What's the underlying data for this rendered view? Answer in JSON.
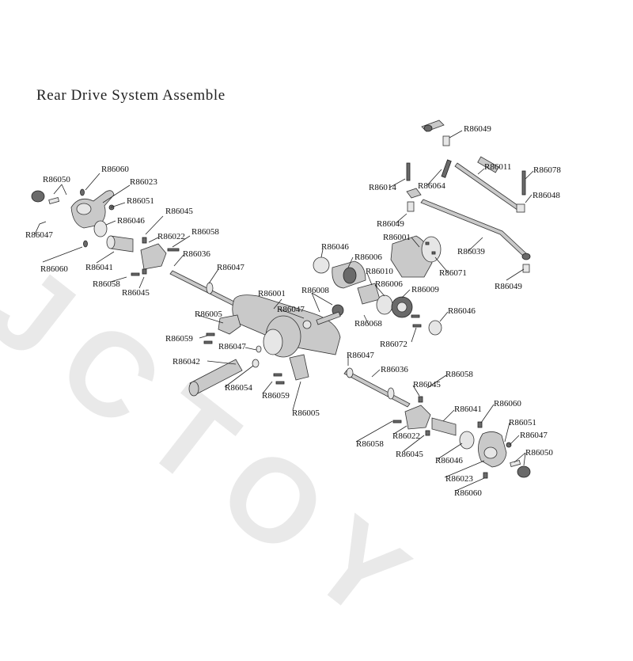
{
  "title": "Rear Drive System Assemble",
  "watermark": "JCTOY",
  "part_labels": [
    {
      "id": "l1",
      "text": "R86050"
    },
    {
      "id": "l2",
      "text": "R86060"
    },
    {
      "id": "l3",
      "text": "R86023"
    },
    {
      "id": "l4",
      "text": "R86051"
    },
    {
      "id": "l5",
      "text": "R86046"
    },
    {
      "id": "l6",
      "text": "R86045"
    },
    {
      "id": "l7",
      "text": "R86047"
    },
    {
      "id": "l8",
      "text": "R86022"
    },
    {
      "id": "l9",
      "text": "R86058"
    },
    {
      "id": "l10",
      "text": "R86060"
    },
    {
      "id": "l11",
      "text": "R86041"
    },
    {
      "id": "l12",
      "text": "R86036"
    },
    {
      "id": "l13",
      "text": "R86058"
    },
    {
      "id": "l14",
      "text": "R86045"
    },
    {
      "id": "l15",
      "text": "R86047"
    },
    {
      "id": "l16",
      "text": "R86049"
    },
    {
      "id": "l17",
      "text": "R86011"
    },
    {
      "id": "l18",
      "text": "R86078"
    },
    {
      "id": "l19",
      "text": "R86014"
    },
    {
      "id": "l20",
      "text": "R86064"
    },
    {
      "id": "l21",
      "text": "R86048"
    },
    {
      "id": "l22",
      "text": "R86049"
    },
    {
      "id": "l23",
      "text": "R86001"
    },
    {
      "id": "l24",
      "text": "R86039"
    },
    {
      "id": "l25",
      "text": "R86046"
    },
    {
      "id": "l26",
      "text": "R86006"
    },
    {
      "id": "l27",
      "text": "R86010"
    },
    {
      "id": "l28",
      "text": "R86071"
    },
    {
      "id": "l29",
      "text": "R86049"
    },
    {
      "id": "l30",
      "text": "R86001"
    },
    {
      "id": "l31",
      "text": "R86006"
    },
    {
      "id": "l32",
      "text": "R86008"
    },
    {
      "id": "l33",
      "text": "R86009"
    },
    {
      "id": "l34",
      "text": "R86047"
    },
    {
      "id": "l35",
      "text": "R86005"
    },
    {
      "id": "l36",
      "text": "R86068"
    },
    {
      "id": "l37",
      "text": "R86046"
    },
    {
      "id": "l38",
      "text": "R86059"
    },
    {
      "id": "l39",
      "text": "R86047"
    },
    {
      "id": "l40",
      "text": "R86072"
    },
    {
      "id": "l41",
      "text": "R86042"
    },
    {
      "id": "l42",
      "text": "R86047"
    },
    {
      "id": "l43",
      "text": "R86036"
    },
    {
      "id": "l44",
      "text": "R86054"
    },
    {
      "id": "l45",
      "text": "R86058"
    },
    {
      "id": "l46",
      "text": "R86059"
    },
    {
      "id": "l47",
      "text": "R86045"
    },
    {
      "id": "l48",
      "text": "R86005"
    },
    {
      "id": "l49",
      "text": "R86041"
    },
    {
      "id": "l50",
      "text": "R86060"
    },
    {
      "id": "l51",
      "text": "R86051"
    },
    {
      "id": "l52",
      "text": "R86058"
    },
    {
      "id": "l53",
      "text": "R86022"
    },
    {
      "id": "l54",
      "text": "R86047"
    },
    {
      "id": "l55",
      "text": "R86045"
    },
    {
      "id": "l56",
      "text": "R86046"
    },
    {
      "id": "l57",
      "text": "R86050"
    },
    {
      "id": "l58",
      "text": "R86023"
    },
    {
      "id": "l59",
      "text": "R86060"
    }
  ]
}
